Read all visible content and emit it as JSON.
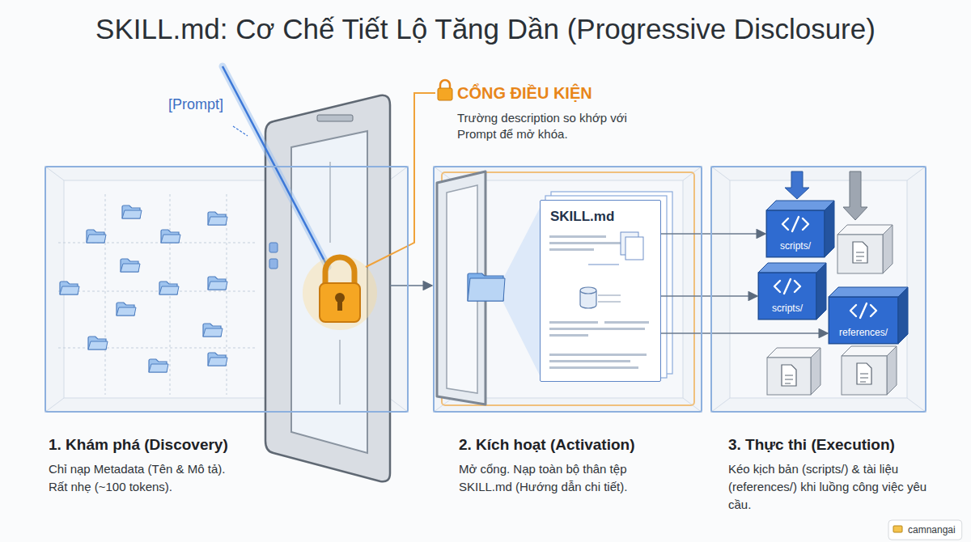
{
  "diagram": {
    "title": "SKILL.md: Cơ Chế Tiết Lộ Tăng Dần (Progressive Disclosure)",
    "nodes": [
      {
        "text": [
          "1. Khám phá (Discovery)",
          "Chỉ nạp Metadata (Tên & Mô tả). Rất nhẹ (~100 tokens)."
        ]
      },
      {
        "text": [
          "2. Kích hoạt (Activation)",
          "Mở cổng. Nạp toàn bộ thân tệp SKILL.md (Hướng dẫn chi tiết)."
        ]
      },
      {
        "text": [
          "SKILL.md"
        ],
        "in": 1
      },
      {
        "text": [
          "3. Thực thi (Execution)",
          "Kéo kịch bản (scripts/) & tài liệu (references/) khi luồng công việc yêu cầu."
        ]
      },
      {
        "text": [
          "scripts/"
        ],
        "in": 3
      },
      {
        "text": [
          "scripts/"
        ],
        "in": 3
      },
      {
        "text": [
          "references/"
        ],
        "in": 3
      }
    ],
    "edges": [
      {
        "from": 0,
        "to": 1,
        "arrow": "to"
      },
      {
        "from": 2,
        "to": 4,
        "arrow": "to"
      },
      {
        "from": 2,
        "to": 5,
        "arrow": "to"
      },
      {
        "from": 2,
        "to": 6,
        "arrow": "to"
      }
    ],
    "labels": [
      "[Prompt]",
      "CỔNG ĐIỀU KIỆN",
      "Trường description so khớp với Prompt để mở khóa.",
      "camnangai"
    ]
  }
}
